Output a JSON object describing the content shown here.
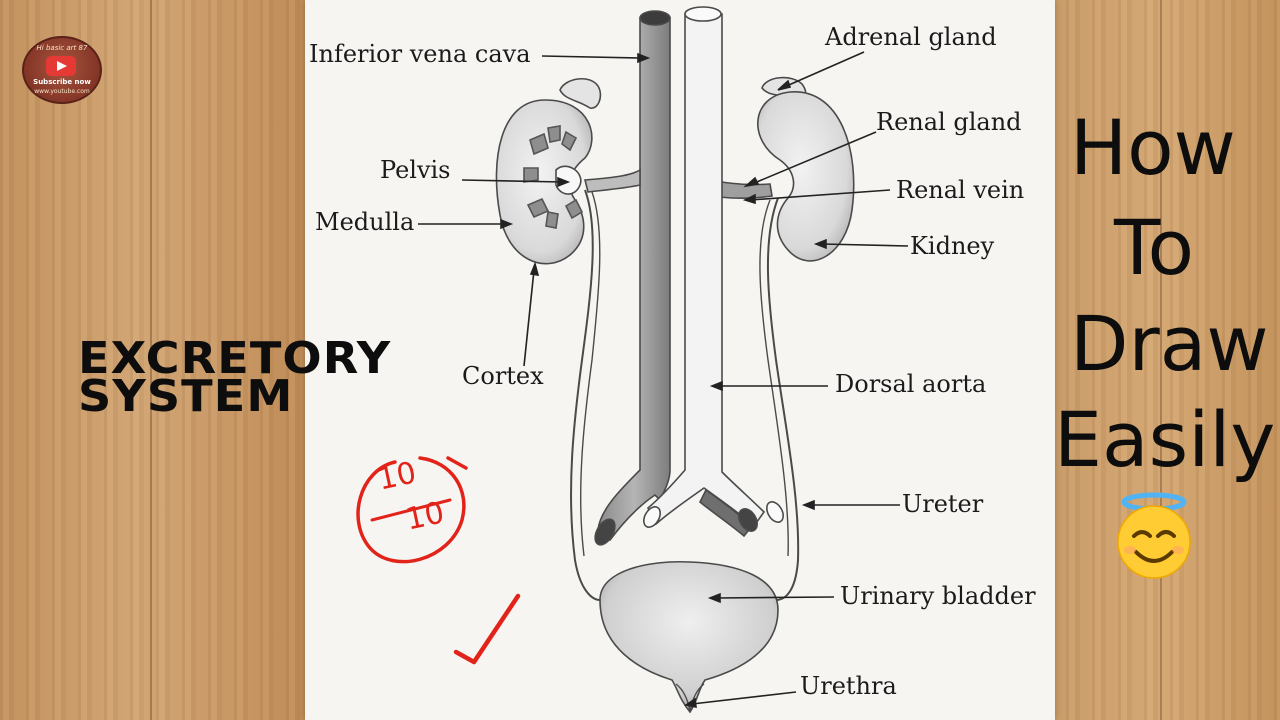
{
  "logo": {
    "line1": "Hi basic art 87",
    "line2": "Subscribe now",
    "line3": "www.youtube.com",
    "icon": "youtube-play-icon"
  },
  "title": {
    "line1": "Excretory",
    "line2": "system"
  },
  "how_to": {
    "line1": "How",
    "line2": "To",
    "line3": "Draw",
    "line4": "Easily"
  },
  "score": {
    "numerator": "10",
    "denominator": "10"
  },
  "emoji": "smiling-face-with-halo-icon",
  "labels": {
    "inferior_vena_cava": "Inferior vena cava",
    "adrenal_gland": "Adrenal gland",
    "renal_gland": "Renal gland",
    "pelvis": "Pelvis",
    "renal_vein": "Renal vein",
    "medulla": "Medulla",
    "kidney": "Kidney",
    "cortex": "Cortex",
    "dorsal_aorta": "Dorsal aorta",
    "ureter": "Ureter",
    "urinary_bladder": "Urinary bladder",
    "urethra": "Urethra"
  },
  "colors": {
    "ink_red": "#e2231a",
    "pencil": "#6a6a6a",
    "paper": "#f6f5f2"
  }
}
